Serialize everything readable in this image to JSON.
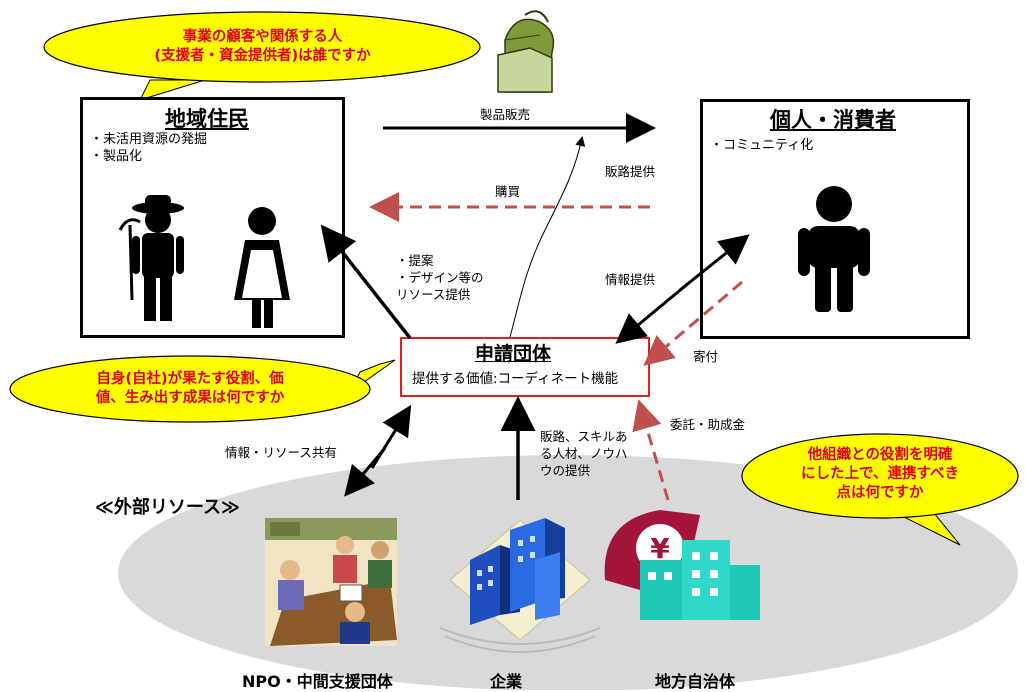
{
  "callouts": {
    "customers": "事業の顧客や関係する人\n(支援者・資金提供者)は誰ですか",
    "value": "自身(自社)が果たす役割、価\n値、生み出す成果は何ですか",
    "partners": "他組織との役割を明確\nにした上で、連携すべき\n点は何ですか"
  },
  "residents": {
    "title": "地域住民",
    "bullets": "・未活用資源の発掘\n・製品化"
  },
  "consumers": {
    "title": "個人・消費者",
    "bullets": "・コミュニティ化"
  },
  "applicant": {
    "title": "申請団体",
    "value": "提供する価値:コーディネート機能"
  },
  "external": {
    "title": "≪外部リソース≫",
    "npo": "NPO・中間支援団体",
    "company": "企業",
    "government": "地方自治体"
  },
  "flows": {
    "sales": "製品販売",
    "channel": "販路提供",
    "purchase": "購買",
    "proposal": "・提案\n・デザイン等の\nリソース提供",
    "info": "情報提供",
    "donation": "寄付",
    "commission": "委託・助成金",
    "company_offer": "販路、スキルあ\nる人材、ノウハ\nウの提供",
    "info_share": "情報・リソース共有"
  },
  "colors": {
    "callout_fill": "#ffff00",
    "callout_text": "#e0001b",
    "applicant_border": "#e02020",
    "dashed_arrow": "#c0504d",
    "ellipse": "#d9d9d9"
  }
}
